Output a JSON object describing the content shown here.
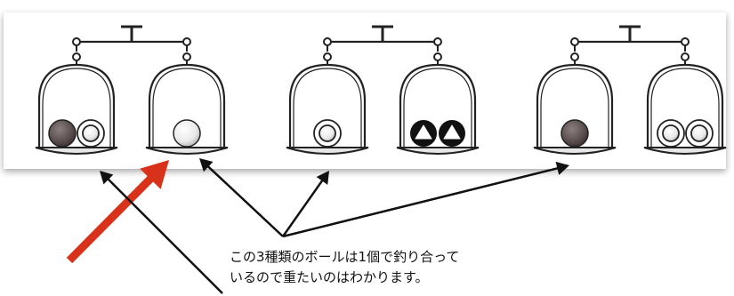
{
  "caption": {
    "line1": "この3種類のボールは1個で釣り合って",
    "line2": "いるので重たいのはわかります。"
  },
  "colors": {
    "background": "#ffffff",
    "panel": "#ffffff",
    "outline": "#222222",
    "dark_ball": "#6a5f5f",
    "highlight_arrow": "#d8321b",
    "black_arrow": "#111111",
    "tray_fill": "#e6e6e6"
  },
  "scales": [
    {
      "left_pan": [
        "dark-ball",
        "ring-ball"
      ],
      "right_pan": [
        "white-ball"
      ]
    },
    {
      "left_pan": [
        "ring-ball"
      ],
      "right_pan": [
        "triangle-ball",
        "triangle-ball"
      ]
    },
    {
      "left_pan": [
        "dark-ball"
      ],
      "right_pan": [
        "ring-ball",
        "ring-ball"
      ]
    }
  ],
  "icons": {
    "dark_ball": "dark-ball-icon",
    "white_ball": "white-ball-icon",
    "ring_ball": "ring-ball-icon",
    "triangle_ball": "triangle-ball-icon"
  }
}
